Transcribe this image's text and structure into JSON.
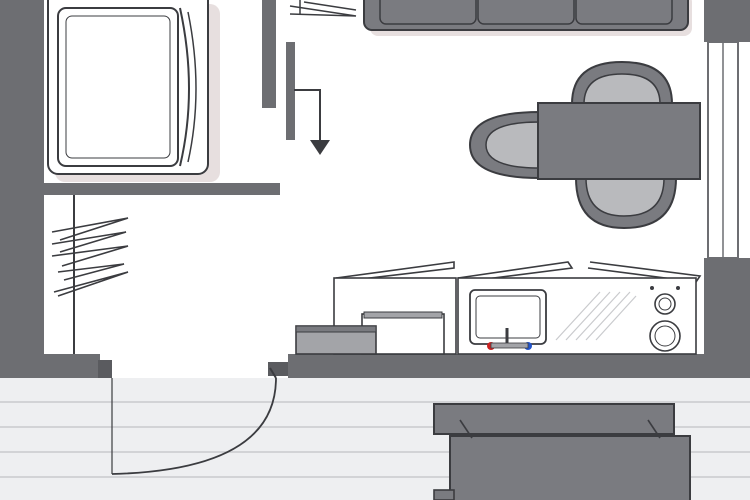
{
  "diagram": {
    "type": "floor-plan",
    "rooms": [
      "bedroom",
      "wardrobe",
      "living-dining",
      "kitchenette",
      "terrace"
    ],
    "furniture": [
      "bed",
      "sofa",
      "dining-table",
      "chair",
      "chair",
      "chair",
      "clothes-rail",
      "fridge",
      "sink",
      "hob",
      "terrace-table"
    ],
    "sink_taps": [
      "hot-tap",
      "cold-tap"
    ]
  },
  "colors": {
    "wall": "#6d6e72",
    "wall_dark": "#5a5b5f",
    "furniture": "#7a7b80",
    "furniture_light": "#a3a4a8",
    "chair_seat": "#b9babd",
    "outline": "#3b3c40",
    "floor": "#ffffff",
    "terrace_floor": "#eeeff1",
    "deck_line": "#c9cacd",
    "shadow": "#e7dfdf",
    "tap_hot": "#cc2222",
    "tap_cold": "#2255cc"
  }
}
